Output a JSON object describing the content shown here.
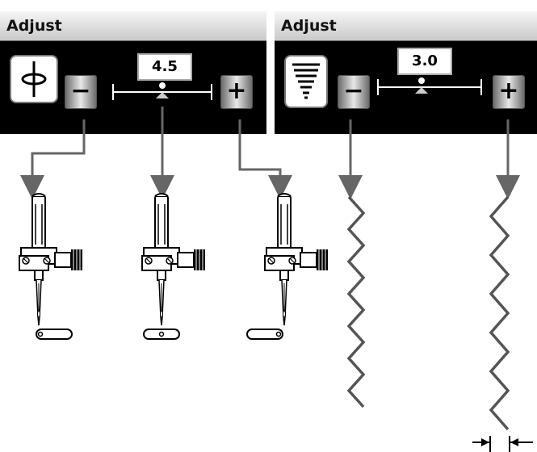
{
  "left_panel": {
    "header": "Adjust",
    "minus_label": "−",
    "plus_label": "+",
    "value": "4.5",
    "icon": "needle-position-icon"
  },
  "right_panel": {
    "header": "Adjust",
    "minus_label": "−",
    "plus_label": "+",
    "value": "3.0",
    "icon": "stitch-width-icon"
  },
  "colors": {
    "panel_bg": "#000000",
    "arrow": "#666666",
    "stitch": "#555555"
  }
}
